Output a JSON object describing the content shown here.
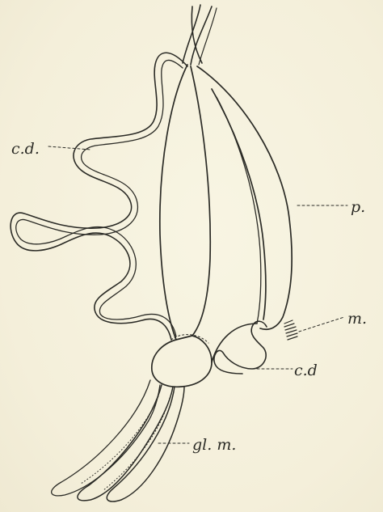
{
  "labels": {
    "cd_upper": "c.d.",
    "p": "p.",
    "m": "m.",
    "cd_lower": "c.d",
    "glm": "gl. m."
  },
  "colors": {
    "ink": "#2b2b26",
    "paper": "#f6f2de"
  }
}
